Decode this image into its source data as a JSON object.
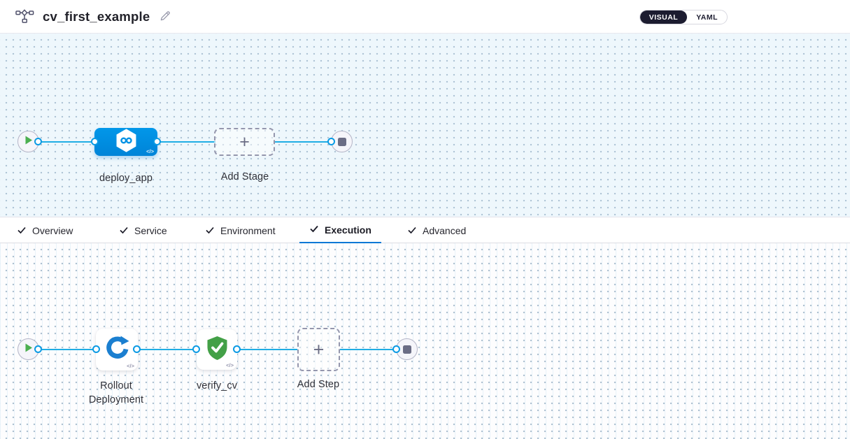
{
  "header": {
    "pipeline_name": "cv_first_example",
    "view_toggle": {
      "options": [
        "VISUAL",
        "YAML"
      ],
      "selected": "VISUAL"
    }
  },
  "icons": {
    "pipeline_icon": "flowchart-graph",
    "edit_icon": "pencil",
    "start_icon": "play-triangle",
    "stop_icon": "square",
    "stage_icon": "cd-hexagon-infinity",
    "rollout_icon": "k8s-rollout-circular-arrow",
    "verify_icon": "shield-check",
    "code_glyph": "</>",
    "plus_glyph": "+",
    "tab_check": "checkmark"
  },
  "stage_pipeline": {
    "stage_label": "deploy_app",
    "add_stage_label": "Add Stage"
  },
  "tabs": {
    "items": [
      {
        "label": "Overview",
        "checked": true,
        "active": false
      },
      {
        "label": "Service",
        "checked": true,
        "active": false
      },
      {
        "label": "Environment",
        "checked": true,
        "active": false
      },
      {
        "label": "Execution",
        "checked": true,
        "active": true
      },
      {
        "label": "Advanced",
        "checked": true,
        "active": false
      }
    ]
  },
  "execution_pipeline": {
    "steps": [
      {
        "label": "Rollout Deployment",
        "icon": "k8s-rollout-circular-arrow"
      },
      {
        "label": "verify_cv",
        "icon": "shield-check"
      }
    ],
    "add_step_label": "Add Step"
  },
  "colors": {
    "stage_node_blue": "#0092e4",
    "connector_line": "#20ade4",
    "connector_ring": "#0a9ae4",
    "active_tab_underline": "#0278d5",
    "success_green": "#43a047",
    "play_green": "#4caf50",
    "toggle_dark": "#1c1c30",
    "stage_canvas_bg": "#eef7fc",
    "dashed_border": "#9496ad"
  }
}
